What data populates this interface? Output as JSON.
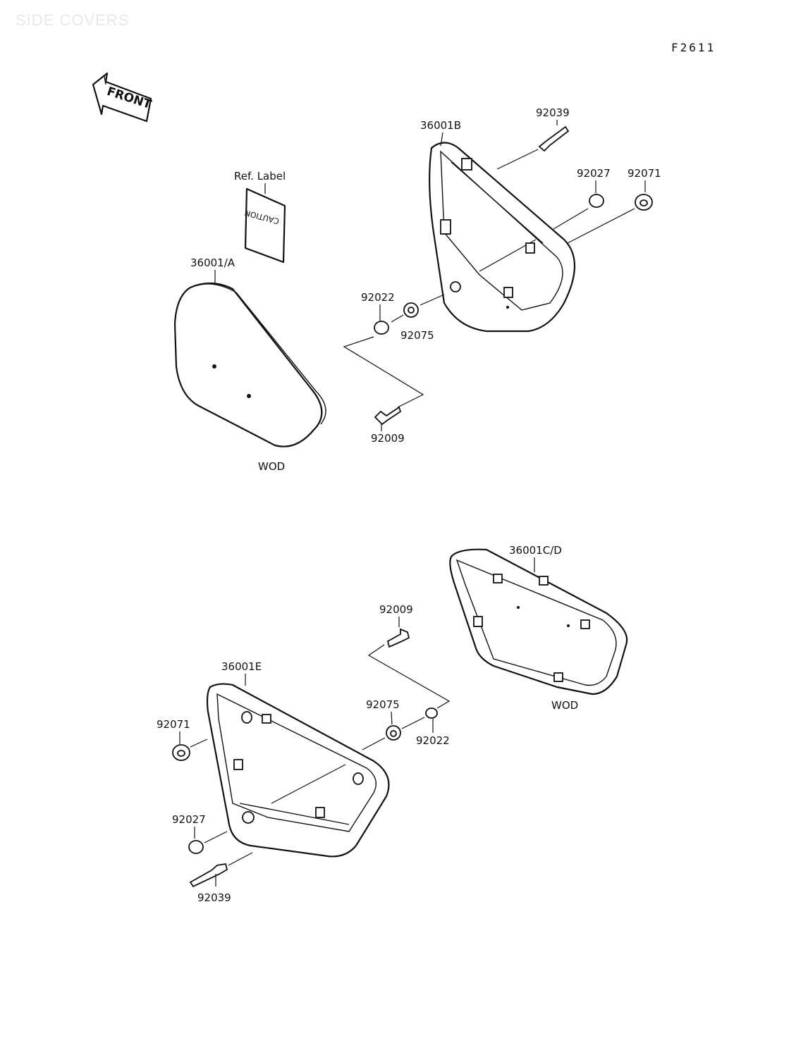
{
  "header": {
    "watermark": "SIDE COVERS",
    "code": "F2611"
  },
  "front_arrow": {
    "label": "FRONT"
  },
  "ref_label": {
    "title": "Ref. Label",
    "sticker_text": "CAUTION"
  },
  "parts": {
    "p36001A": "36001/A",
    "p36001B": "36001B",
    "p36001CD": "36001C/D",
    "p36001E": "36001E",
    "p92039_top": "92039",
    "p92027_top": "92027",
    "p92071_top": "92071",
    "p92022_top": "92022",
    "p92075_top": "92075",
    "p92009_top": "92009",
    "p92009_bot": "92009",
    "p92075_bot": "92075",
    "p92022_bot": "92022",
    "p92071_bot": "92071",
    "p92027_bot": "92027",
    "p92039_bot": "92039"
  },
  "notes": {
    "wod_top": "WOD",
    "wod_bot": "WOD"
  }
}
